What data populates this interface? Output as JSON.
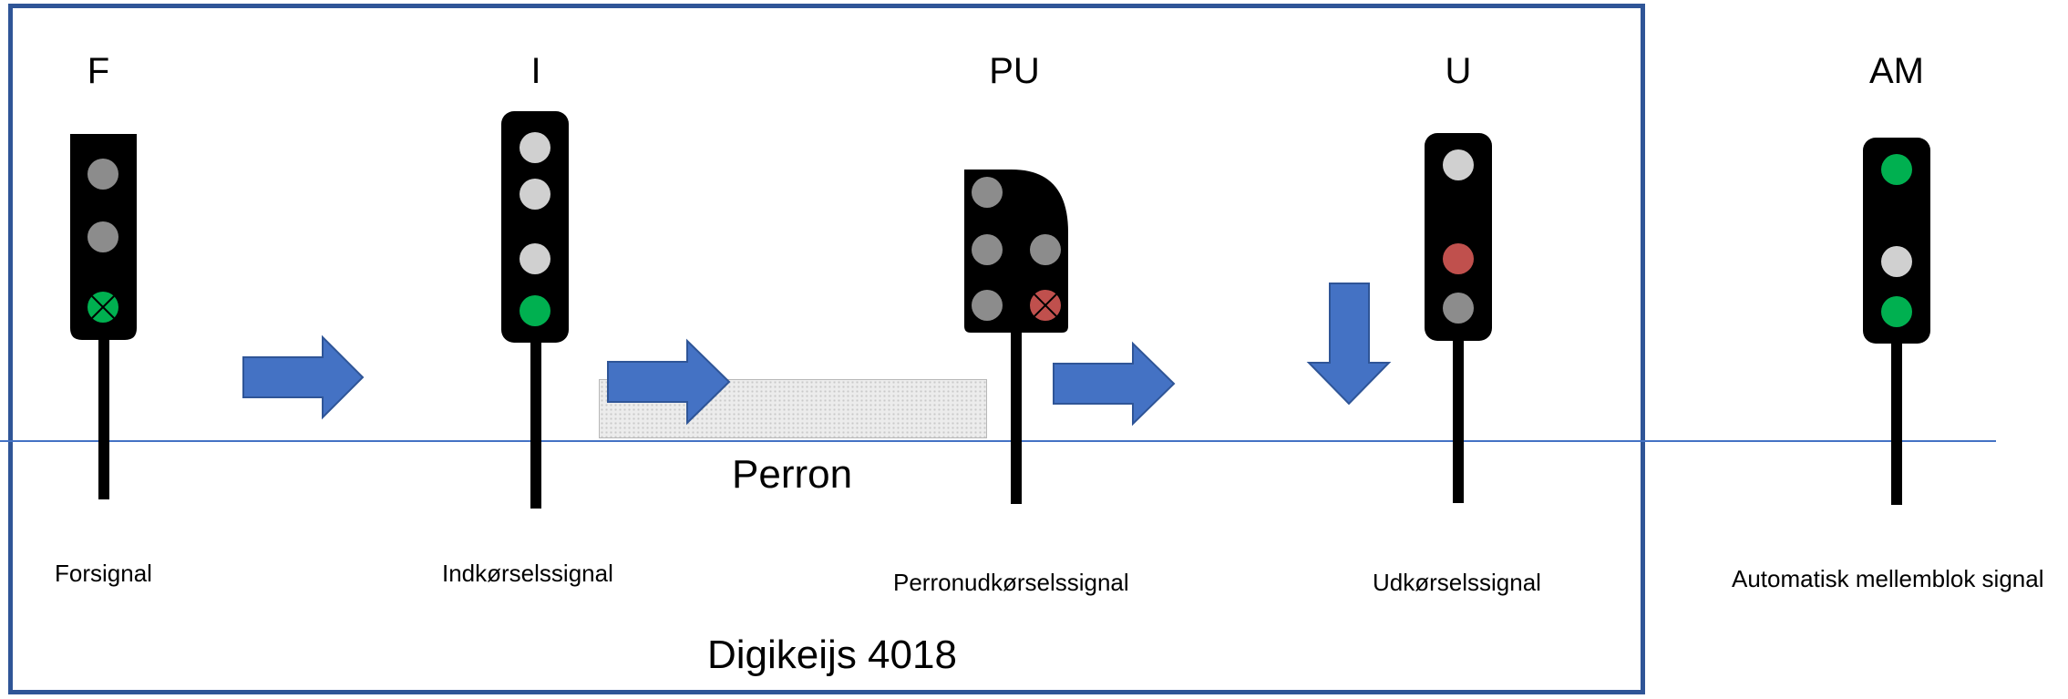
{
  "signals": [
    {
      "code": "F",
      "name": "Forsignal"
    },
    {
      "code": "I",
      "name": "Indkørselssignal"
    },
    {
      "code": "PU",
      "name": "Perronudkørselssignal"
    },
    {
      "code": "U",
      "name": "Udkørselssignal"
    },
    {
      "code": "AM",
      "name": "Automatisk mellemblok signal"
    }
  ],
  "platform_label": "Perron",
  "footer_label": "Digikeijs 4018",
  "colors": {
    "frame": "#2F5597",
    "track_line": "#4472C4",
    "arrow": "#4472C4",
    "arrow_stroke": "#2F5597",
    "lamp_gray": "#8C8C8C",
    "lamp_light": "#D0D0D0",
    "lamp_green": "#00B050",
    "lamp_red": "#C0504D",
    "signal_body": "#000000"
  }
}
